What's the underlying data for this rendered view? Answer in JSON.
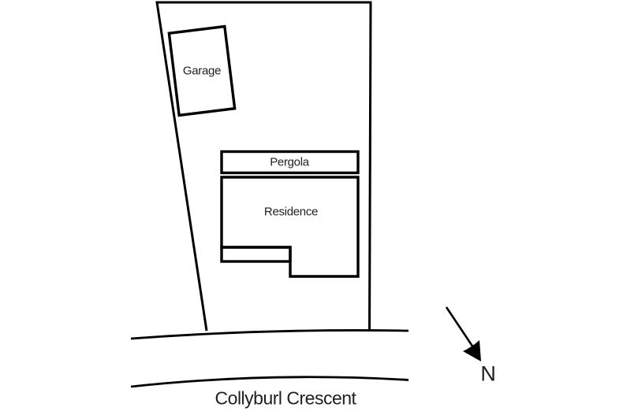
{
  "page": {
    "background": "#ffffff",
    "line_color": "#000000",
    "text_color": "#1f1f1f"
  },
  "plan": {
    "structures": [
      {
        "id": "garage",
        "label": "Garage"
      },
      {
        "id": "pergola",
        "label": "Pergola"
      },
      {
        "id": "residence",
        "label": "Residence"
      }
    ],
    "street": {
      "name": "Collyburl Crescent"
    },
    "compass": {
      "label": "N",
      "arrow_direction": "down-right"
    }
  }
}
